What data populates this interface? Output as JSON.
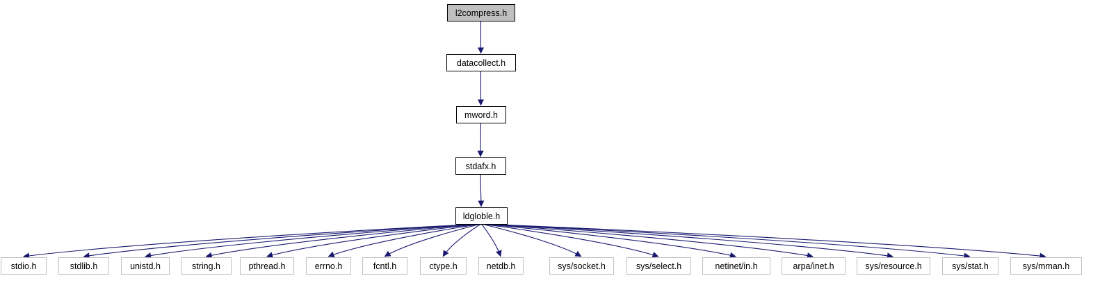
{
  "diagram": {
    "type": "include-dependency-graph",
    "colors": {
      "edge": "#191970",
      "root_fill": "#bfbfbf",
      "root_stroke": "#000000",
      "internal_fill": "#ffffff",
      "internal_stroke": "#000000",
      "external_fill": "#ffffff",
      "external_stroke": "#bfbfbf"
    },
    "nodes": [
      {
        "id": "l2compress",
        "label": "l2compress.h",
        "kind": "root"
      },
      {
        "id": "datacollect",
        "label": "datacollect.h",
        "kind": "internal"
      },
      {
        "id": "mword",
        "label": "mword.h",
        "kind": "internal"
      },
      {
        "id": "stdafx",
        "label": "stdafx.h",
        "kind": "internal"
      },
      {
        "id": "ldgloble",
        "label": "ldgloble.h",
        "kind": "internal"
      },
      {
        "id": "stdio",
        "label": "stdio.h",
        "kind": "external"
      },
      {
        "id": "stdlib",
        "label": "stdlib.h",
        "kind": "external"
      },
      {
        "id": "unistd",
        "label": "unistd.h",
        "kind": "external"
      },
      {
        "id": "string",
        "label": "string.h",
        "kind": "external"
      },
      {
        "id": "pthread",
        "label": "pthread.h",
        "kind": "external"
      },
      {
        "id": "errno",
        "label": "errno.h",
        "kind": "external"
      },
      {
        "id": "fcntl",
        "label": "fcntl.h",
        "kind": "external"
      },
      {
        "id": "ctype",
        "label": "ctype.h",
        "kind": "external"
      },
      {
        "id": "netdb",
        "label": "netdb.h",
        "kind": "external"
      },
      {
        "id": "sys_socket",
        "label": "sys/socket.h",
        "kind": "external"
      },
      {
        "id": "sys_select",
        "label": "sys/select.h",
        "kind": "external"
      },
      {
        "id": "netinet_in",
        "label": "netinet/in.h",
        "kind": "external"
      },
      {
        "id": "arpa_inet",
        "label": "arpa/inet.h",
        "kind": "external"
      },
      {
        "id": "sys_resource",
        "label": "sys/resource.h",
        "kind": "external"
      },
      {
        "id": "sys_stat",
        "label": "sys/stat.h",
        "kind": "external"
      },
      {
        "id": "sys_mman",
        "label": "sys/mman.h",
        "kind": "external"
      }
    ],
    "edges": [
      {
        "from": "l2compress",
        "to": "datacollect"
      },
      {
        "from": "datacollect",
        "to": "mword"
      },
      {
        "from": "mword",
        "to": "stdafx"
      },
      {
        "from": "stdafx",
        "to": "ldgloble"
      },
      {
        "from": "ldgloble",
        "to": "stdio"
      },
      {
        "from": "ldgloble",
        "to": "stdlib"
      },
      {
        "from": "ldgloble",
        "to": "unistd"
      },
      {
        "from": "ldgloble",
        "to": "string"
      },
      {
        "from": "ldgloble",
        "to": "pthread"
      },
      {
        "from": "ldgloble",
        "to": "errno"
      },
      {
        "from": "ldgloble",
        "to": "fcntl"
      },
      {
        "from": "ldgloble",
        "to": "ctype"
      },
      {
        "from": "ldgloble",
        "to": "netdb"
      },
      {
        "from": "ldgloble",
        "to": "sys_socket"
      },
      {
        "from": "ldgloble",
        "to": "sys_select"
      },
      {
        "from": "ldgloble",
        "to": "netinet_in"
      },
      {
        "from": "ldgloble",
        "to": "arpa_inet"
      },
      {
        "from": "ldgloble",
        "to": "sys_resource"
      },
      {
        "from": "ldgloble",
        "to": "sys_stat"
      },
      {
        "from": "ldgloble",
        "to": "sys_mman"
      }
    ]
  }
}
